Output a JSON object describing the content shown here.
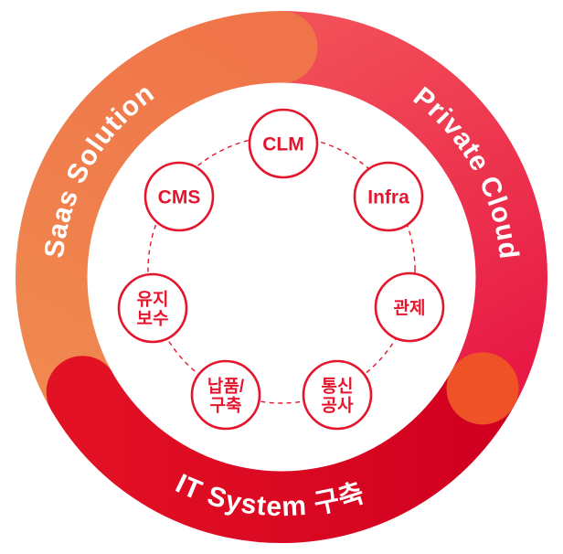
{
  "figure": {
    "title_semantic": "Business areas ring diagram",
    "ring_segments": [
      {
        "id": "saas-solution",
        "label": "Saas Solution"
      },
      {
        "id": "private-cloud",
        "label": "Private Cloud"
      },
      {
        "id": "it-system",
        "label": "IT System 구축"
      }
    ],
    "nodes": [
      {
        "id": "clm",
        "label": "CLM"
      },
      {
        "id": "infra",
        "label": "Infra"
      },
      {
        "id": "control",
        "label": "관제"
      },
      {
        "id": "telecom-works",
        "label": "통신",
        "label2": "공사"
      },
      {
        "id": "delivery-build",
        "label": "납품/",
        "label2": "구축"
      },
      {
        "id": "maintenance",
        "label": "유지",
        "label2": "보수"
      },
      {
        "id": "cms",
        "label": "CMS"
      }
    ],
    "colors": {
      "saas_from": "#F07449",
      "saas_to": "#F08850",
      "private_from": "#F25058",
      "private_to": "#E81A45",
      "it_from": "#E31124",
      "it_to": "#D10020",
      "cap_junction": "#EF5226",
      "node_accent": "#E4152D",
      "label_text": "#FFFFFF",
      "inner_disc": "#FFFFFF"
    }
  }
}
